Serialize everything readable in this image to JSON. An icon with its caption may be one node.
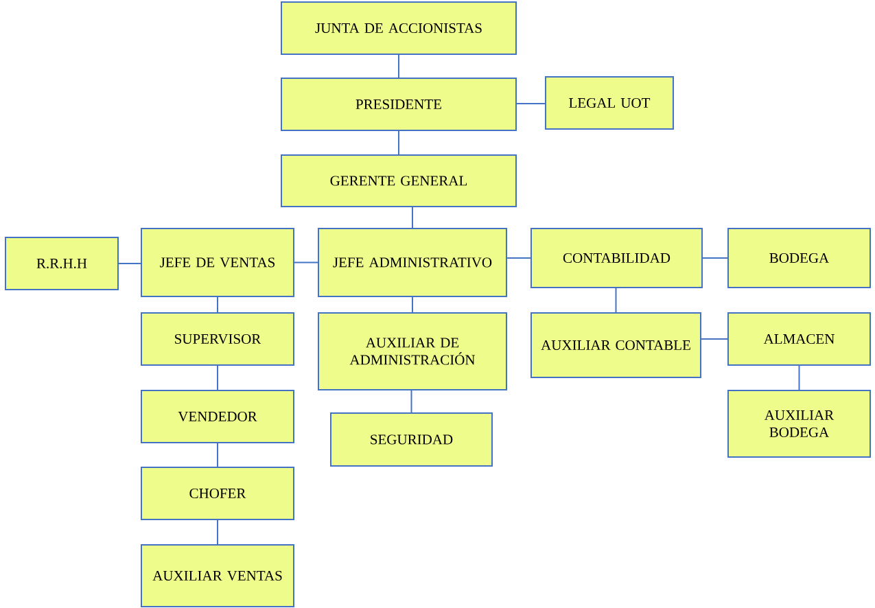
{
  "diagram": {
    "nodes": [
      {
        "text": [
          "JUNTA DE ACCIONISTAS"
        ]
      },
      {
        "text": [
          "PRESIDENTE"
        ]
      },
      {
        "text": [
          "LEGAL UOT"
        ]
      },
      {
        "text": [
          "GERENTE GENERAL"
        ]
      },
      {
        "text": [
          "R.R.H.H"
        ]
      },
      {
        "text": [
          "JEFE DE VENTAS"
        ]
      },
      {
        "text": [
          "JEFE ADMINISTRATIVO"
        ]
      },
      {
        "text": [
          "CONTABILIDAD"
        ]
      },
      {
        "text": [
          "BODEGA"
        ]
      },
      {
        "text": [
          "SUPERVISOR"
        ]
      },
      {
        "text": [
          "AUXILIAR DE ADMINISTRACIÓN"
        ]
      },
      {
        "text": [
          "AUXILIAR CONTABLE"
        ]
      },
      {
        "text": [
          "ALMACEN"
        ]
      },
      {
        "text": [
          "VENDEDOR"
        ]
      },
      {
        "text": [
          "SEGURIDAD"
        ]
      },
      {
        "text": [
          "CHOFER"
        ]
      },
      {
        "text": [
          "AUXILIAR BODEGA"
        ]
      },
      {
        "text": [
          "AUXILIAR VENTAS"
        ]
      }
    ],
    "edges": [
      {
        "from": 0,
        "to": 1,
        "arrow": "none"
      },
      {
        "from": 1,
        "to": 2,
        "arrow": "none"
      },
      {
        "from": 1,
        "to": 3,
        "arrow": "none"
      },
      {
        "from": 3,
        "to": 6,
        "arrow": "none"
      },
      {
        "from": 4,
        "to": 5,
        "arrow": "none"
      },
      {
        "from": 5,
        "to": 6,
        "arrow": "none"
      },
      {
        "from": 6,
        "to": 7,
        "arrow": "none"
      },
      {
        "from": 7,
        "to": 8,
        "arrow": "none"
      },
      {
        "from": 5,
        "to": 9,
        "arrow": "none"
      },
      {
        "from": 6,
        "to": 10,
        "arrow": "none"
      },
      {
        "from": 7,
        "to": 11,
        "arrow": "none"
      },
      {
        "from": 11,
        "to": 12,
        "arrow": "none"
      },
      {
        "from": 12,
        "to": 16,
        "arrow": "none"
      },
      {
        "from": 9,
        "to": 13,
        "arrow": "none"
      },
      {
        "from": 10,
        "to": 14,
        "arrow": "none"
      },
      {
        "from": 13,
        "to": 15,
        "arrow": "none"
      },
      {
        "from": 15,
        "to": 17,
        "arrow": "none"
      }
    ]
  }
}
